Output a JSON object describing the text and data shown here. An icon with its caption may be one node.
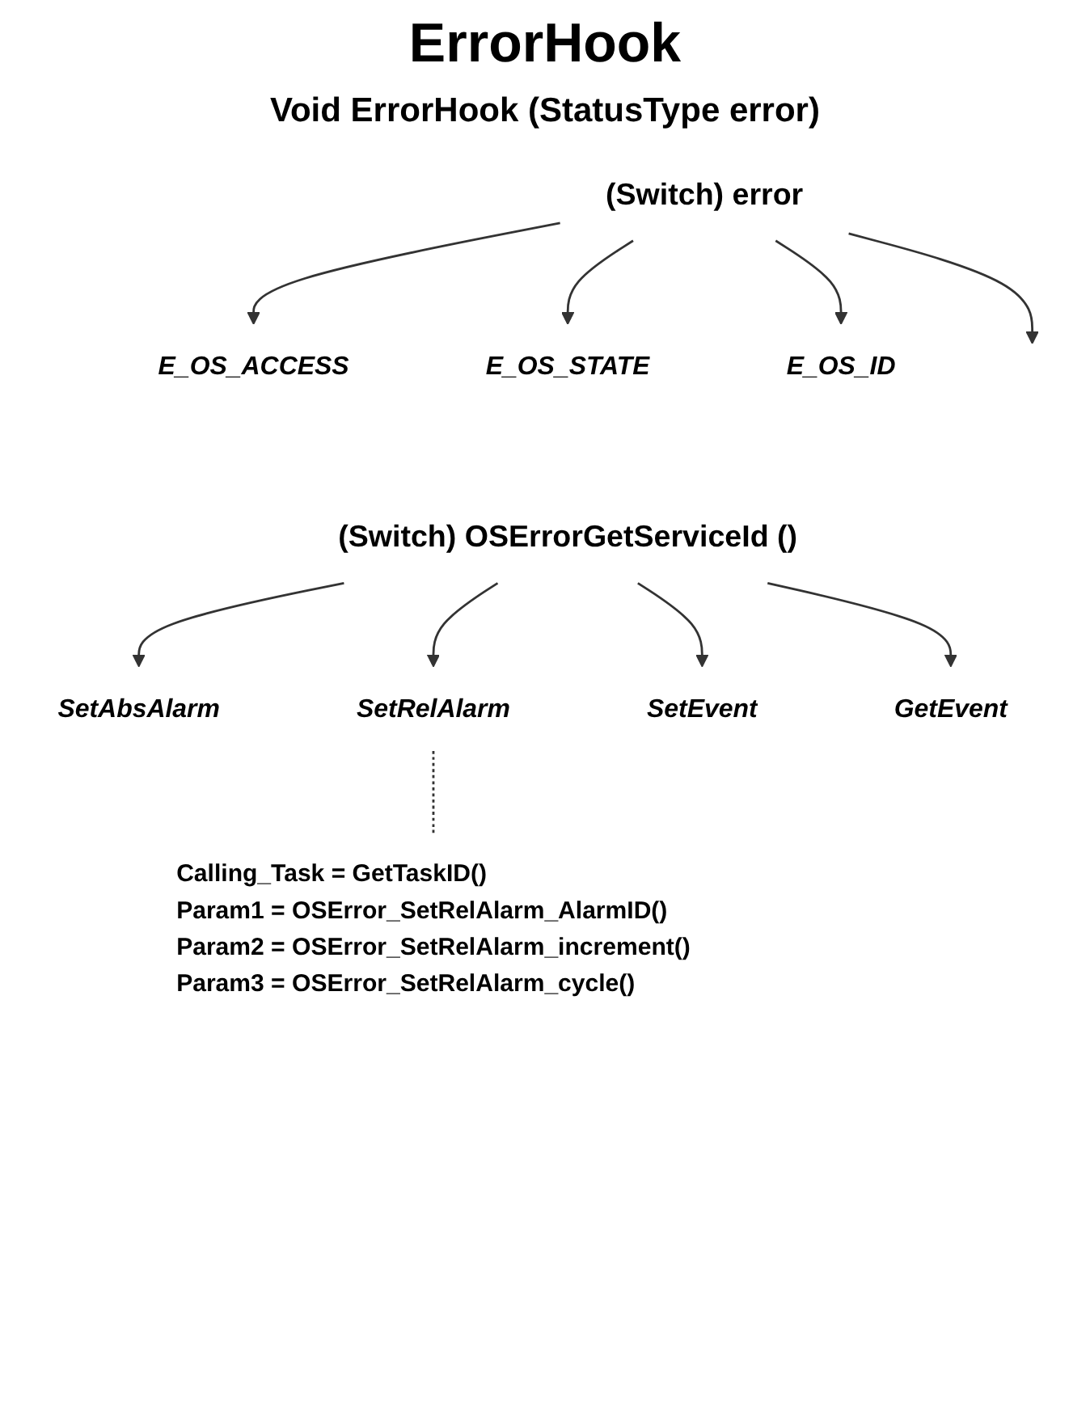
{
  "diagram": {
    "title": "ErrorHook",
    "nodes": [
      {
        "text": [
          "(Switch) error"
        ]
      },
      {
        "text": [
          "E_OS_ACCESS"
        ]
      },
      {
        "text": [
          "E_OS_STATE"
        ]
      },
      {
        "text": [
          "E_OS_ID"
        ]
      },
      {
        "text": [
          "(Switch) OSErrorGetServiceId ()"
        ]
      },
      {
        "text": [
          "SetAbsAlarm"
        ]
      },
      {
        "text": [
          "SetRelAlarm"
        ]
      },
      {
        "text": [
          "SetEvent"
        ]
      },
      {
        "text": [
          "GetEvent"
        ]
      },
      {
        "text": [
          "Calling_Task = GetTaskID()",
          "Param1 = OSError_SetRelAlarm_AlarmID()",
          "Param2 = OSError_SetRelAlarm_increment()",
          "Param3 = OSError_SetRelAlarm_cycle()"
        ]
      }
    ],
    "edges": [
      {
        "from": 0,
        "to": 1,
        "arrow": "to"
      },
      {
        "from": 0,
        "to": 2,
        "arrow": "to"
      },
      {
        "from": 0,
        "to": 3,
        "arrow": "to"
      },
      {
        "from": 0,
        "to": null,
        "arrow": "to"
      },
      {
        "from": 4,
        "to": 5,
        "arrow": "to"
      },
      {
        "from": 4,
        "to": 6,
        "arrow": "to"
      },
      {
        "from": 4,
        "to": 7,
        "arrow": "to"
      },
      {
        "from": 4,
        "to": 8,
        "arrow": "to"
      },
      {
        "from": 6,
        "to": 9,
        "arrow": "none",
        "style": "dashed"
      }
    ],
    "labels": [
      "Void ErrorHook (StatusType error)"
    ]
  }
}
